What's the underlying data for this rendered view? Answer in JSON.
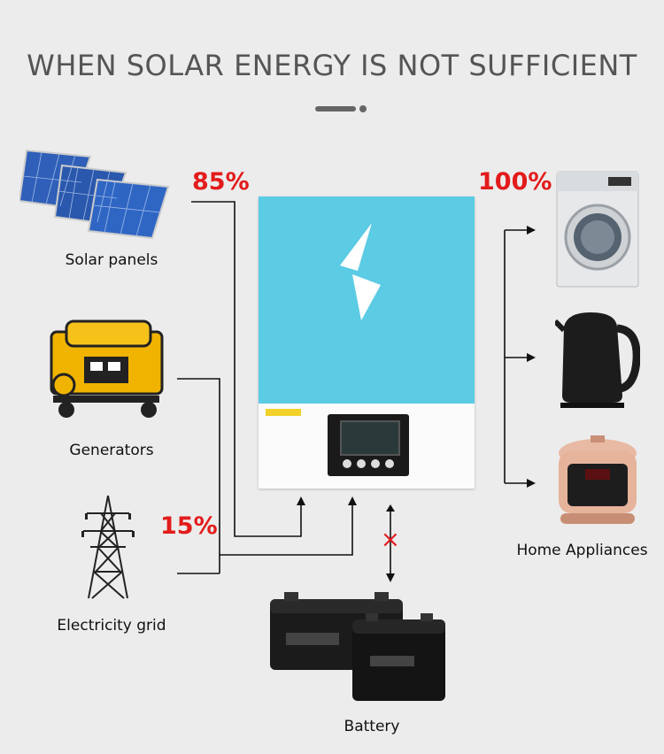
{
  "title": "WHEN SOLAR ENERGY IS NOT SUFFICIENT",
  "sources": {
    "solar": "Solar panels",
    "generator": "Generators",
    "grid": "Electricity grid"
  },
  "battery": "Battery",
  "appliances": "Home Appliances",
  "percent": {
    "solar_in": "85%",
    "grid_in": "15%",
    "output": "100%"
  },
  "battery_blocked_mark": "×",
  "colors": {
    "background": "#ececec",
    "percent": "#e31b1b",
    "inverter_top": "#5ccbe4",
    "line": "#111111"
  },
  "icons": [
    "solar-panel-icon",
    "generator-icon",
    "transmission-tower-icon",
    "inverter-icon",
    "battery-icon",
    "washing-machine-icon",
    "kettle-icon",
    "rice-cooker-icon"
  ]
}
